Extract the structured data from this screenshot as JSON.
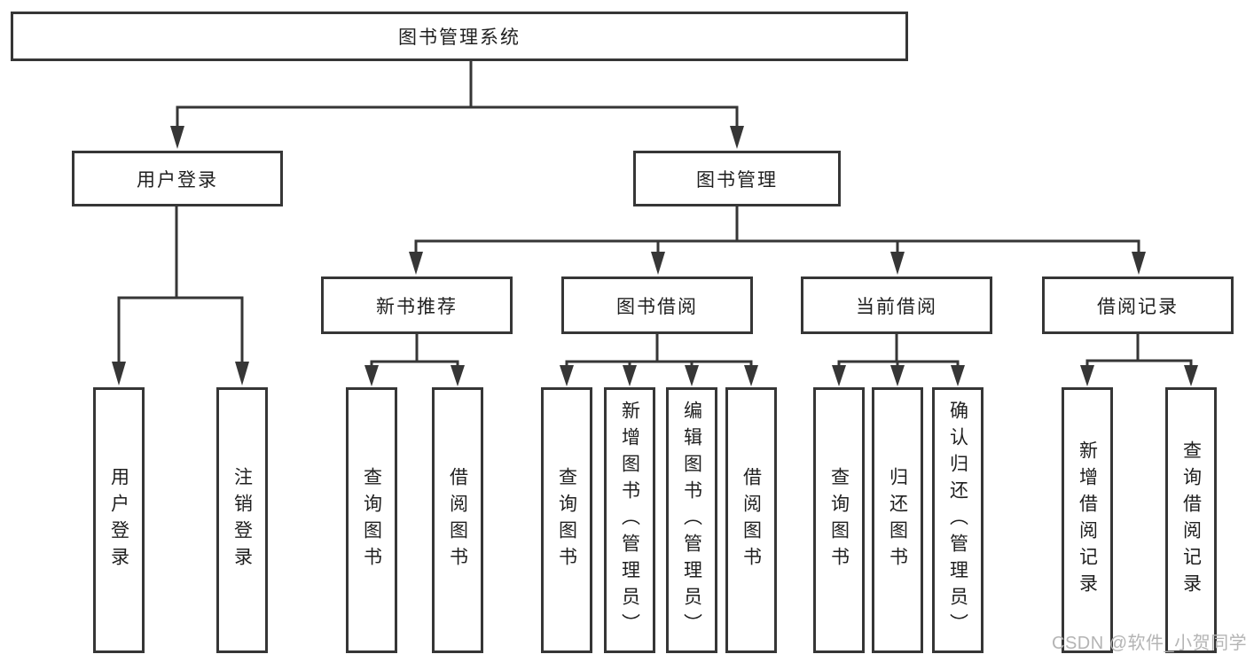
{
  "tree": {
    "root": {
      "label": "图书管理系统"
    },
    "login_branch": {
      "label": "用户登录",
      "leaves": [
        {
          "label": "用户登录"
        },
        {
          "label": "注销登录"
        }
      ]
    },
    "management_branch": {
      "label": "图书管理",
      "groups": [
        {
          "label": "新书推荐",
          "leaves": [
            {
              "label": "查询图书"
            },
            {
              "label": "借阅图书"
            }
          ]
        },
        {
          "label": "图书借阅",
          "leaves": [
            {
              "label": "查询图书"
            },
            {
              "label": "新增图书（管理员）"
            },
            {
              "label": "编辑图书（管理员）"
            },
            {
              "label": "借阅图书"
            }
          ]
        },
        {
          "label": "当前借阅",
          "leaves": [
            {
              "label": "查询图书"
            },
            {
              "label": "归还图书"
            },
            {
              "label": "确认归还（管理员）"
            }
          ]
        },
        {
          "label": "借阅记录",
          "leaves": [
            {
              "label": "新增借阅记录"
            },
            {
              "label": "查询借阅记录"
            }
          ]
        }
      ]
    },
    "watermark": "CSDN @软件_小贺同学",
    "colors": {
      "line": "#363636",
      "text": "#1f1f1f",
      "background": "#ffffff",
      "watermark": "#b4b4b4"
    }
  }
}
